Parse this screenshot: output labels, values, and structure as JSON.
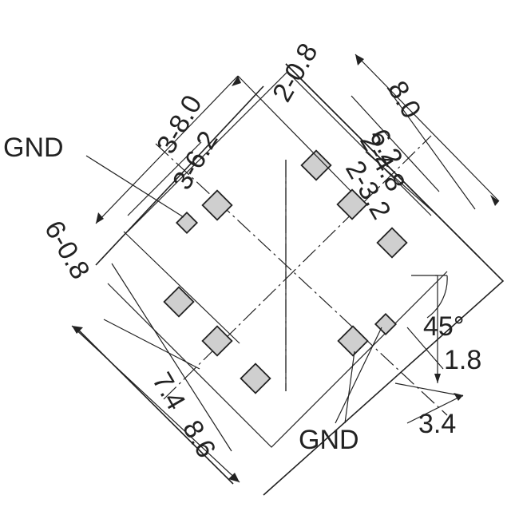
{
  "colors": {
    "line": "#222222",
    "pad_fill": "#cfcfcf",
    "background": "#ffffff"
  },
  "labels": {
    "dim_3_8_0": "3-8.0",
    "dim_3_6_2": "3-6.2",
    "dim_2_0_8": "2-0.8",
    "dim_8_0": "8.0",
    "dim_6_2": "6.2",
    "dim_2_4_8": "2-4.8",
    "dim_2_3_2": "2-3.2",
    "dim_6_0_8": "6-0.8",
    "dim_7_4": "7.4",
    "dim_8_6": "8.6",
    "angle_45": "45°",
    "dim_1_8": "1.8",
    "dim_3_4": "3.4",
    "gnd_top": "GND",
    "gnd_bottom": "GND"
  }
}
